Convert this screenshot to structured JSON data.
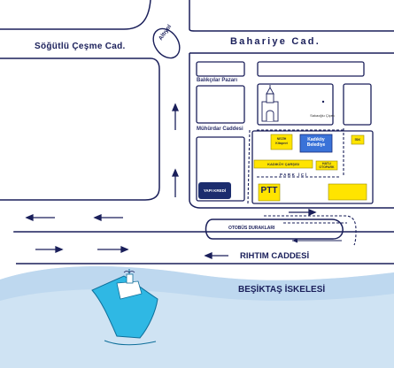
{
  "streets": {
    "sogutlu_cesme": "Söğütlü Çeşme Cad.",
    "bahariye": "Bahariye Cad.",
    "altiyol": "Altıyol",
    "balikcilar": "Balıkçılar Pazarı",
    "muhurdar": "Mühürdar Caddesi",
    "park_ici": "PARK İÇİ",
    "otobus": "OTOBÜS DURAKLARI",
    "rihtim": "RIHTIM CADDESİ",
    "iskele": "BEŞİKTAŞ İSKELESİ"
  },
  "places": {
    "sakaoglu": "Sakaoğlu Çiçek",
    "nezih": "NEZİH Kitapevi",
    "kadikoy_belediye": "Kadıköy Belediye",
    "isk": "İSK",
    "kadikoy_carsisi": "KADIKÖY ÇARŞISI",
    "hatli": "HATLI OTOPARK",
    "ptt": "PTT",
    "yapi_kredi": "YAPI KREDİ"
  },
  "colors": {
    "navy": "#1a1f5a",
    "yellow": "#ffe400",
    "blue_building": "#3a72d8",
    "bank": "#1c2d6e",
    "sea": "#cfe3f3",
    "ferry": "#2fb8e4"
  },
  "icons": [
    "church-icon",
    "ferry-icon",
    "bird-icon"
  ]
}
